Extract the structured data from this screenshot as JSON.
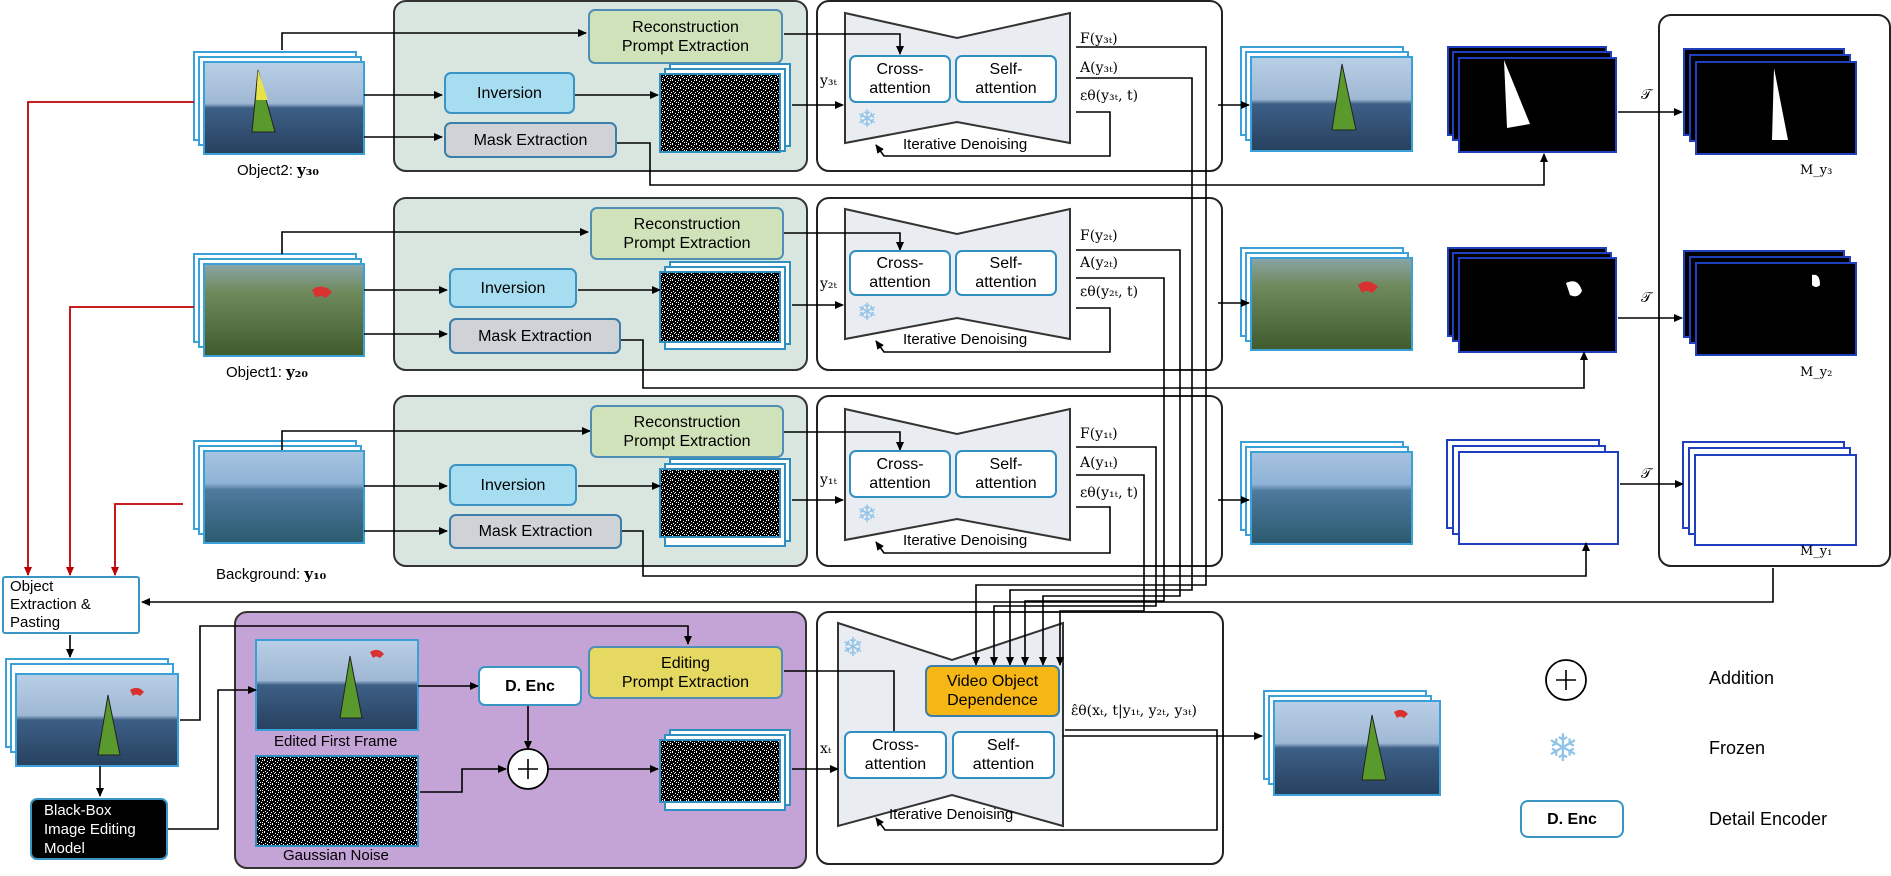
{
  "rows": [
    {
      "id": "object2",
      "label_text": "Object2: ",
      "label_math": "y₃₀",
      "reconstruction": "Reconstruction\nPrompt Extraction",
      "inversion": "Inversion",
      "mask_extraction": "Mask Extraction",
      "latent": "y₃ₜ",
      "cross": "Cross-\nattention",
      "self": "Self-\nattention",
      "iter": "Iterative Denoising",
      "out_F": "F(y₃ₜ)",
      "out_A": "A(y₃ₜ)",
      "out_eps": "εθ(y₃ₜ, t)",
      "mask_label": "M_y₃",
      "scene": "windsurf",
      "mask_type": "sail"
    },
    {
      "id": "object1",
      "label_text": "Object1: ",
      "label_math": "y₂₀",
      "reconstruction": "Reconstruction\nPrompt Extraction",
      "inversion": "Inversion",
      "mask_extraction": "Mask Extraction",
      "latent": "y₂ₜ",
      "cross": "Cross-\nattention",
      "self": "Self-\nattention",
      "iter": "Iterative Denoising",
      "out_F": "F(y₂ₜ)",
      "out_A": "A(y₂ₜ)",
      "out_eps": "εθ(y₂ₜ, t)",
      "mask_label": "M_y₂",
      "scene": "paraglider",
      "mask_type": "blob"
    },
    {
      "id": "background",
      "label_text": "Background: ",
      "label_math": "y₁₀",
      "reconstruction": "Reconstruction\nPrompt Extraction",
      "inversion": "Inversion",
      "mask_extraction": "Mask Extraction",
      "latent": "y₁ₜ",
      "cross": "Cross-\nattention",
      "self": "Self-\nattention",
      "iter": "Iterative Denoising",
      "out_F": "F(y₁ₜ)",
      "out_A": "A(y₁ₜ)",
      "out_eps": "εθ(y₁ₜ, t)",
      "mask_label": "M_y₁",
      "scene": "sea",
      "mask_type": "empty"
    }
  ],
  "transform_symbol": "𝒯",
  "bottom": {
    "object_extraction": "Object\nExtraction &\nPasting",
    "black_box": "Black-Box\nImage Editing\nModel",
    "edited_first_frame": "Edited First Frame",
    "gaussian_noise": "Gaussian Noise",
    "d_enc": "D. Enc",
    "editing_prompt": "Editing\nPrompt Extraction",
    "video_object_dependence": "Video Object\nDependence",
    "cross": "Cross-\nattention",
    "self": "Self-\nattention",
    "iter": "Iterative Denoising",
    "latent": "xₜ",
    "eps_hat": "ε̂θ(xₜ, t|y₁ₜ, y₂ₜ, y₃ₜ)"
  },
  "legend": {
    "addition": "Addition",
    "frozen": "Frozen",
    "d_enc_label": "D. Enc",
    "detail_encoder": "Detail Encoder"
  },
  "colors": {
    "red_arrow": "#c00000",
    "frame_border": "#3aa0d8",
    "mask_border": "#1f3fbf"
  }
}
